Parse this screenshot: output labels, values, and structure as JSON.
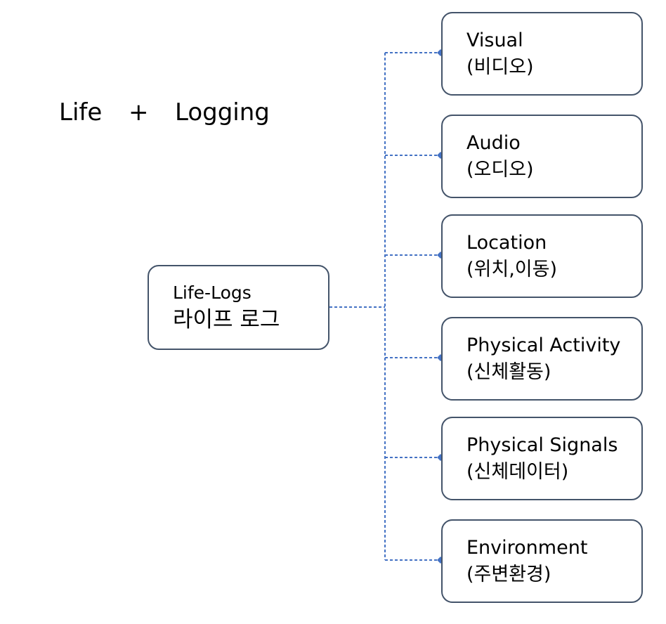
{
  "title": {
    "left": "Life",
    "plus": "+",
    "right": "Logging"
  },
  "root": {
    "line1": "Life-Logs",
    "line2": "라이프 로그"
  },
  "categories": [
    {
      "line1": "Visual",
      "line2": "(비디오)"
    },
    {
      "line1": "Audio",
      "line2": "(오디오)"
    },
    {
      "line1": "Location",
      "line2": "(위치,이동)"
    },
    {
      "line1": "Physical Activity",
      "line2": "(신체활동)"
    },
    {
      "line1": "Physical Signals",
      "line2": "(신체데이터)"
    },
    {
      "line1": "Environment",
      "line2": "(주변환경)"
    }
  ],
  "colors": {
    "box_border": "#44546a",
    "connector": "#4472c4"
  }
}
